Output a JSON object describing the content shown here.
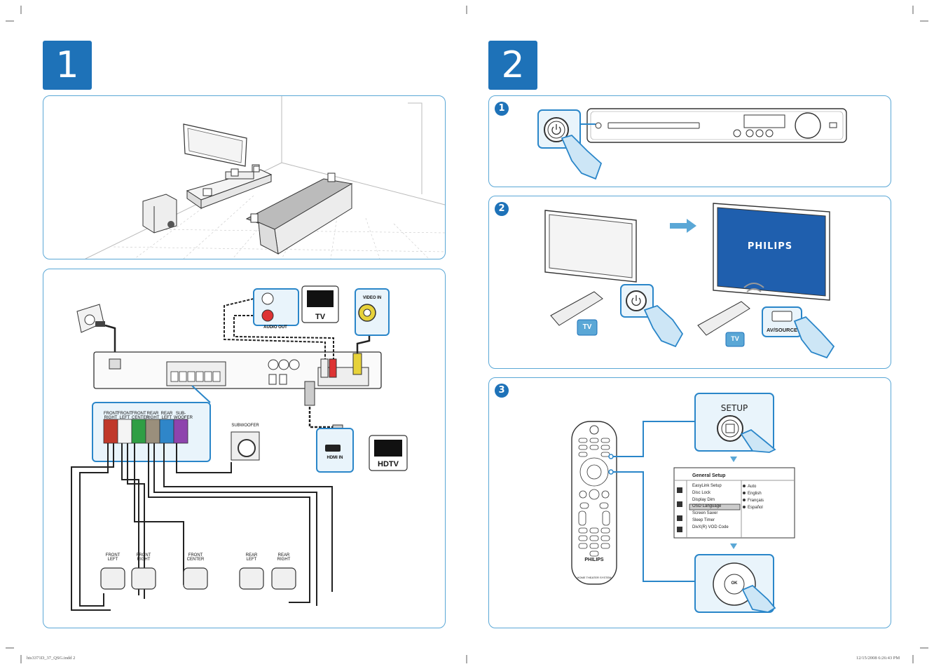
{
  "page": {
    "section1_number": "1",
    "section2_number": "2",
    "footer_left": "hts3371D_37_QSG.indd   2",
    "footer_right": "12/15/2008   6:26:43 PM"
  },
  "connections": {
    "tv_label": "TV",
    "hdtv_label": "HDTV",
    "audio_out_label": "AUDIO OUT",
    "video_in_label": "VIDEO IN",
    "hdmi_in_label": "HDMI IN",
    "subwoofer_label": "SUBWOOFER",
    "jack_labels": [
      {
        "line1": "FRONT",
        "line2": "RIGHT"
      },
      {
        "line1": "FRONT",
        "line2": "LEFT"
      },
      {
        "line1": "FRONT",
        "line2": "CENTER"
      },
      {
        "line1": "REAR",
        "line2": "RIGHT"
      },
      {
        "line1": "REAR",
        "line2": "LEFT"
      },
      {
        "line1": "SUB-",
        "line2": "WOOFER"
      }
    ],
    "speaker_labels": [
      {
        "line1": "FRONT",
        "line2": "LEFT"
      },
      {
        "line1": "FRONT",
        "line2": "RIGHT"
      },
      {
        "line1": "FRONT",
        "line2": "CENTER"
      },
      {
        "line1": "REAR",
        "line2": "LEFT"
      },
      {
        "line1": "REAR",
        "line2": "RIGHT"
      }
    ]
  },
  "step1": {
    "number": "1"
  },
  "step2": {
    "number": "2",
    "tv_button_label": "TV",
    "av_source_label": "AV/SOURCE",
    "brand": "PHILIPS"
  },
  "step3": {
    "number": "3",
    "setup_label": "SETUP",
    "ok_label": "OK",
    "remote_brand": "PHILIPS",
    "remote_model": "HOME THEATER SYSTEM",
    "menu": {
      "title": "General Setup",
      "items": [
        "EasyLink Setup",
        "Disc Lock",
        "Display Dim",
        "OSD Language",
        "Screen Saver",
        "Sleep Timer",
        "DivX(R) VOD Code"
      ],
      "selected": "OSD Language",
      "options": [
        "Auto",
        "English",
        "Français",
        "Español"
      ]
    }
  },
  "colors": {
    "accent": "#1e72b8",
    "panel_border": "#5aa7d6",
    "callout_fill": "#e9f4fb"
  }
}
